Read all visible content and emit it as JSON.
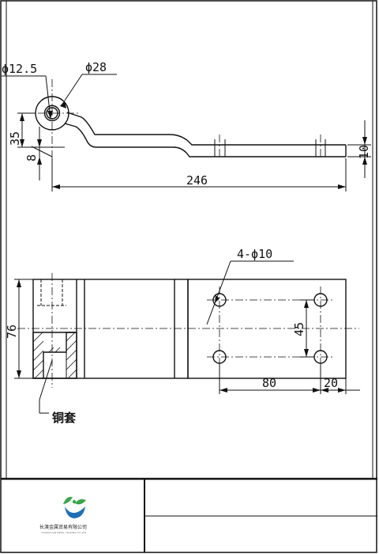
{
  "dimensions": {
    "bore_dia": "ϕ12.5",
    "outer_dia": "ϕ28",
    "height_35": "35",
    "offset_8": "8",
    "thickness": "10",
    "length": "246",
    "holes": "4-ϕ10",
    "width": "76",
    "hole_spacing_v": "45",
    "hole_spacing_h": "80",
    "edge_distance": "20"
  },
  "labels": {
    "bushing": "铜套"
  },
  "title_block": {
    "company_cn": "长溴金属贸易有限公司",
    "company_en": "CHANGYUAN METAL TRADING CO.,LTD"
  },
  "colors": {
    "line": "#111111",
    "logo_green": "#3aa64a",
    "logo_blue": "#1f6fb4"
  }
}
